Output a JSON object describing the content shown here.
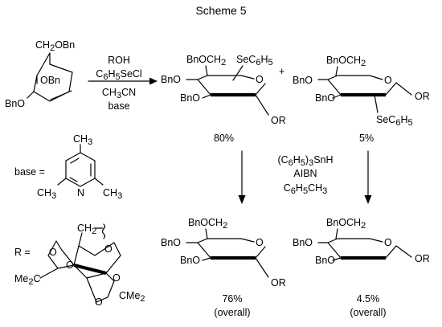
{
  "title": "Scheme 5",
  "reagents_top": [
    "ROH",
    "C6H5SeCl",
    "CH3CN",
    "base"
  ],
  "glucal": {
    "ch2": "CH2OBn",
    "obn": "OBn",
    "bno": "BnO"
  },
  "major_se": {
    "ch2": "BnOCH2",
    "se": "SeC6H5",
    "bno_left": "BnO",
    "bno_lower": "BnO",
    "or": "OR",
    "yield": "80%"
  },
  "minor_se": {
    "ch2": "BnOCH2",
    "se": "SeC6H5",
    "bno_left": "BnO",
    "bno_lower": "BnO",
    "or": "OR",
    "yield": "5%"
  },
  "reagents_mid": [
    "(C6H5)3SnH",
    "AIBN",
    "C6H5CH3"
  ],
  "product_alpha": {
    "ch2": "BnOCH2",
    "bno_left": "BnO",
    "bno_lower": "BnO",
    "or": "OR",
    "yield": "76%",
    "note": "(overall)"
  },
  "product_beta": {
    "ch2": "BnOCH2",
    "bno_left": "BnO",
    "bno_lower": "BnO",
    "or": "OR",
    "yield": "4.5%",
    "note": "(overall)"
  },
  "base_def": {
    "label": "base =",
    "ch3_top": "CH3",
    "ch3_left": "CH3",
    "ch3_right": "CH3",
    "n": "N"
  },
  "r_def": {
    "label": "R =",
    "ch2": "CH2",
    "me2_left": "Me2C",
    "cme2": "CMe2",
    "o": "O"
  }
}
